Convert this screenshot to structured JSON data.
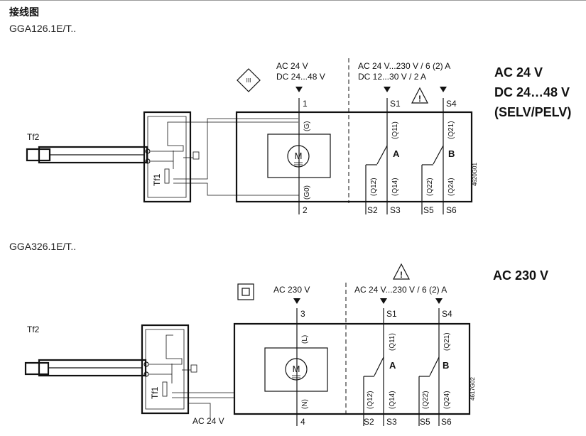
{
  "page": {
    "title": "接线图"
  },
  "diagram1": {
    "model": "GGA126.1E/T..",
    "supply": {
      "line1": "AC 24 V",
      "line2": "DC 24...48 V"
    },
    "aux_supply": {
      "line1": "AC 24 V...230 V / 6 (2) A",
      "line2": "DC 12...30 V / 2 A"
    },
    "rating": {
      "line1": "AC 24 V",
      "line2": "DC 24…48 V",
      "line3": "(SELV/PELV)"
    },
    "terminals": {
      "top": "1",
      "bottom": "2",
      "s1": "S1",
      "s2": "S2",
      "s3": "S3",
      "s4": "S4",
      "s5": "S5",
      "s6": "S6"
    },
    "inner": {
      "top": "(G)",
      "bottom": "(G0)",
      "q11": "(Q11)",
      "q12": "(Q12)",
      "q14": "(Q14)",
      "q21": "(Q21)",
      "q22": "(Q22)",
      "q24": "(Q24)"
    },
    "switch_a": "A",
    "switch_b": "B",
    "motor": "M",
    "drawing_no": "4620G01",
    "tf2": "Tf2",
    "tf1": "Tf1",
    "class_symbol": "III"
  },
  "diagram2": {
    "model": "GGA326.1E/T..",
    "supply": "AC 230 V",
    "aux_supply": "AC 24 V...230 V / 6 (2) A",
    "rating": "AC 230 V",
    "heater_supply": "AC 24 V",
    "terminals": {
      "top": "3",
      "bottom": "4",
      "s1": "S1",
      "s2": "S2",
      "s3": "S3",
      "s4": "S4",
      "s5": "S5",
      "s6": "S6"
    },
    "inner": {
      "top": "(L)",
      "bottom": "(N)",
      "q11": "(Q11)",
      "q12": "(Q12)",
      "q14": "(Q14)",
      "q21": "(Q21)",
      "q22": "(Q22)",
      "q24": "(Q24)"
    },
    "switch_a": "A",
    "switch_b": "B",
    "motor": "M",
    "drawing_no": "4617G02",
    "tf2": "Tf2",
    "tf1": "Tf1"
  }
}
